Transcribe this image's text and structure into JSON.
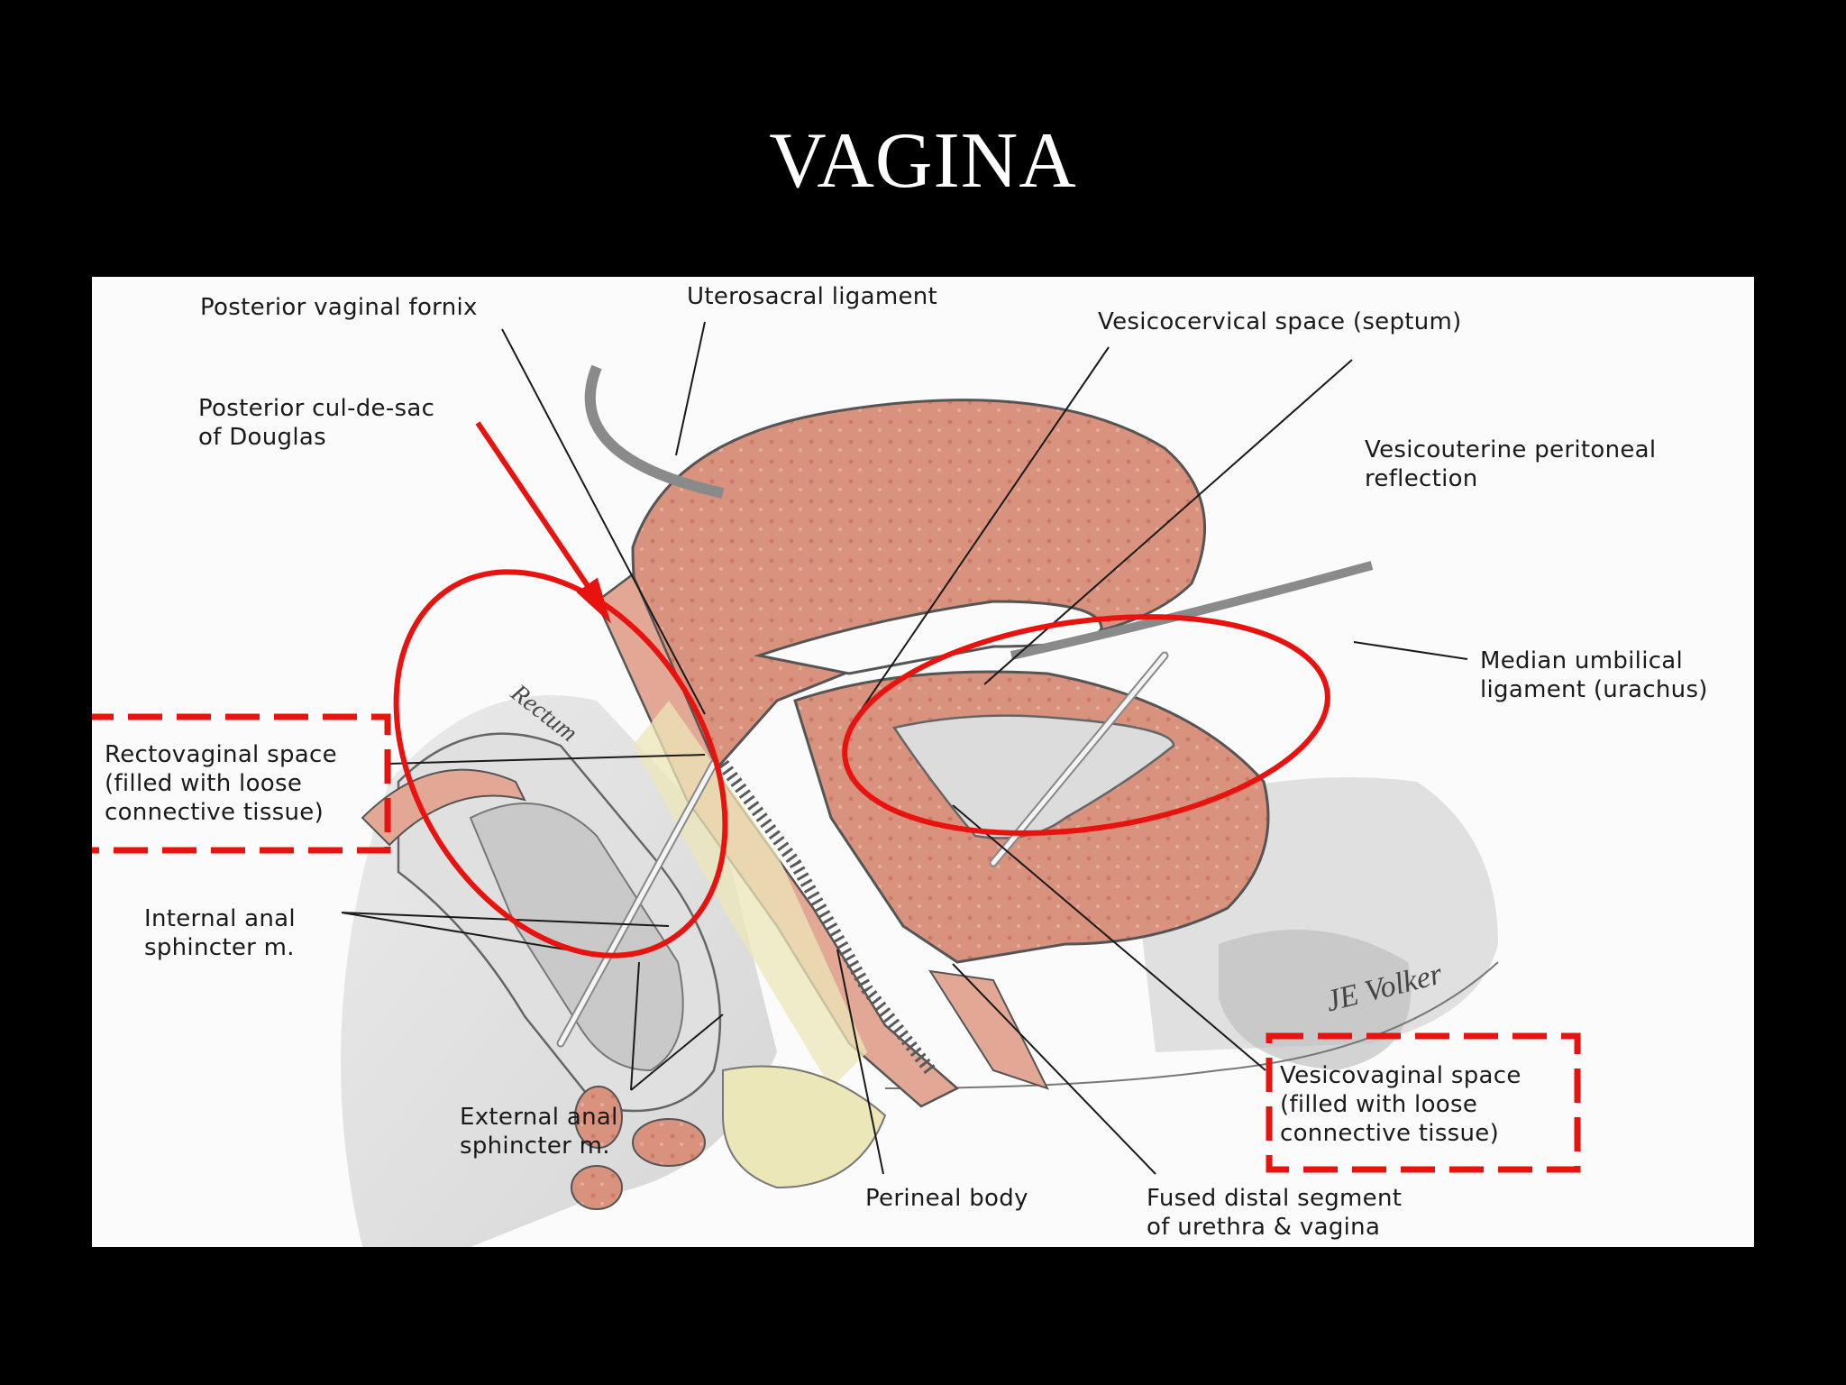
{
  "slide": {
    "title": "VAGINA"
  },
  "diagram": {
    "illustration_label": "Rectum",
    "signature": "JE Volker",
    "labels": {
      "posterior_vaginal_fornix": [
        "Posterior vaginal fornix"
      ],
      "uterosacral_ligament": [
        "Uterosacral ligament"
      ],
      "vesicocervical_space": [
        "Vesicocervical space (septum)"
      ],
      "posterior_cul_de_sac": [
        "Posterior cul-de-sac",
        "of Douglas"
      ],
      "vesicouterine_reflection": [
        "Vesicouterine peritoneal",
        "reflection"
      ],
      "median_umbilical_ligament": [
        "Median umbilical",
        "ligament (urachus)"
      ],
      "rectovaginal_space": [
        "Rectovaginal space",
        "(filled with loose",
        "connective tissue)"
      ],
      "internal_anal_sphincter": [
        "Internal anal",
        "sphincter m."
      ],
      "external_anal_sphincter": [
        "External anal",
        "sphincter m."
      ],
      "perineal_body": [
        "Perineal body"
      ],
      "fused_distal_segment": [
        "Fused distal segment",
        "of urethra & vagina"
      ],
      "vesicovaginal_space": [
        "Vesicovaginal space",
        "(filled with loose",
        "connective tissue)"
      ]
    },
    "annotation_color": "#e8130f"
  }
}
